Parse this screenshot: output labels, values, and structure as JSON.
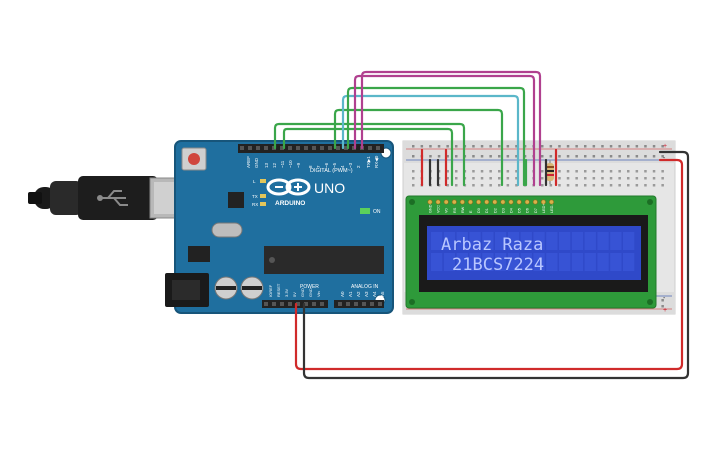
{
  "arduino": {
    "logo": "ARDUINO",
    "model": "UNO",
    "digital_label": "DIGITAL (PWM~)",
    "analog_label": "ANALOG IN",
    "power_label": "POWER",
    "on_label": "ON",
    "tx_label": "TX",
    "rx_label": "RX",
    "l_label": "L",
    "aref_label": "AREF",
    "gnd_label": "GND",
    "digital_pins": [
      "13",
      "12",
      "~11",
      "~10",
      "~9",
      "8",
      "7",
      "~6",
      "~5",
      "4",
      "~3",
      "2",
      "TX▶1",
      "RX◀0"
    ],
    "power_pins": [
      "IOREF",
      "RESET",
      "3.3V",
      "5V",
      "GND",
      "GND",
      "Vin"
    ],
    "analog_pins": [
      "A0",
      "A1",
      "A2",
      "A3",
      "A4",
      "A5"
    ]
  },
  "lcd": {
    "line1": "Arbaz Raza",
    "line2": "21BCS7224",
    "pin_labels": [
      "GND",
      "VCC",
      "V0",
      "RS",
      "RW",
      "E",
      "D0",
      "D1",
      "D2",
      "D3",
      "D4",
      "D5",
      "D6",
      "D7",
      "LED+",
      "LED-"
    ]
  },
  "breadboard": {
    "plus": "+",
    "minus": "-"
  },
  "colors": {
    "board": "#1f6f9f",
    "board_edge": "#17557a",
    "lcd_pcb": "#2e9a3a",
    "lcd_screen": "#2f49c9",
    "lcd_text": "#b8c6ff",
    "wire_green": "#3aa64a",
    "wire_purple": "#b0408f",
    "wire_cyan": "#5bb7c9",
    "wire_red": "#d02a2a",
    "wire_black": "#333333",
    "breadboard": "#e6e6e6"
  }
}
